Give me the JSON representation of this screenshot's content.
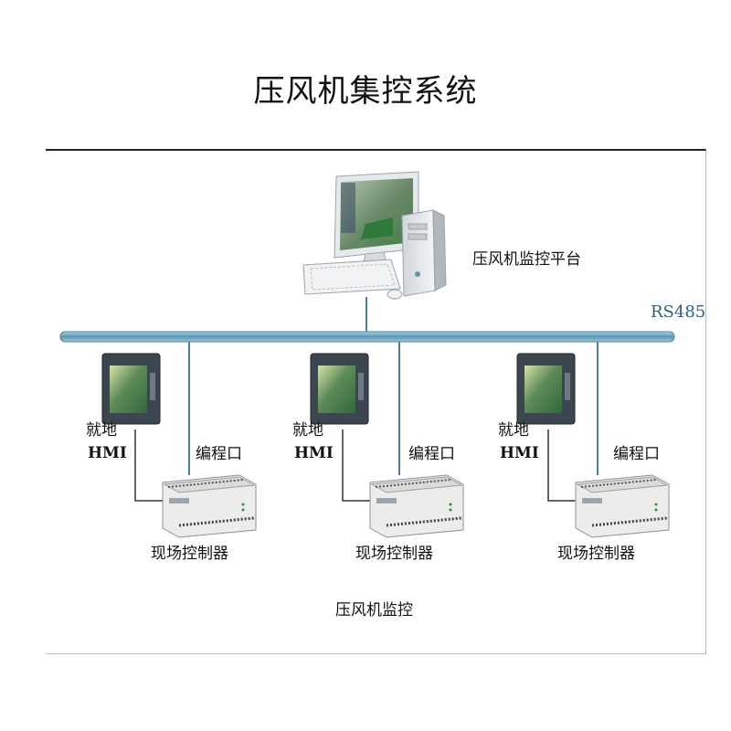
{
  "title": "压风机集控系统",
  "monitor_platform_label": "压风机监控平台",
  "bus_label": "RS485",
  "footer_label": "压风机监控",
  "nodes": [
    {
      "hmi_line1": "就地",
      "hmi_line2": "HMI",
      "port_label": "编程口",
      "controller_label": "现场控制器"
    },
    {
      "hmi_line1": "就地",
      "hmi_line2": "HMI",
      "port_label": "编程口",
      "controller_label": "现场控制器"
    },
    {
      "hmi_line1": "就地",
      "hmi_line2": "HMI",
      "port_label": "编程口",
      "controller_label": "现场控制器"
    }
  ],
  "colors": {
    "bus": "#6aa3bf",
    "line": "#4d7f96",
    "screen_bezel": "#3b4650",
    "plc_body": "#ececea"
  }
}
